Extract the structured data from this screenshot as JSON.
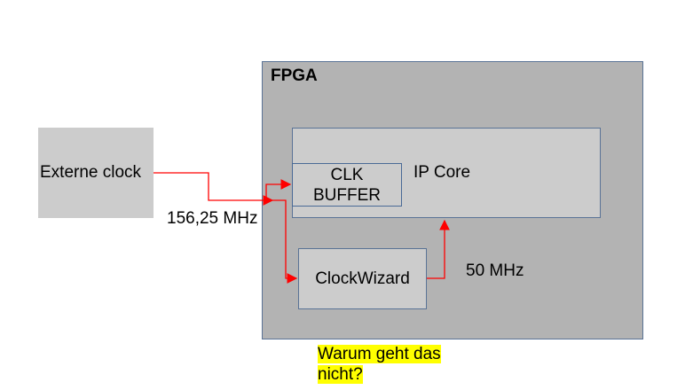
{
  "blocks": {
    "fpga_title": "FPGA",
    "external_clock": "Externe clock",
    "ip_core": "IP Core",
    "clk_buffer": "CLK\nBUFFER",
    "clock_wizard": "ClockWizard"
  },
  "signals": {
    "input_freq": "156,25 MHz",
    "wizard_freq": "50 MHz"
  },
  "note": {
    "line1": "Warum geht das",
    "line2": "nicht?"
  },
  "colors": {
    "wire": "#ff0000",
    "fpga_fill": "#b3b3b3",
    "block_fill": "#cccccc",
    "highlight": "#ffff00"
  }
}
